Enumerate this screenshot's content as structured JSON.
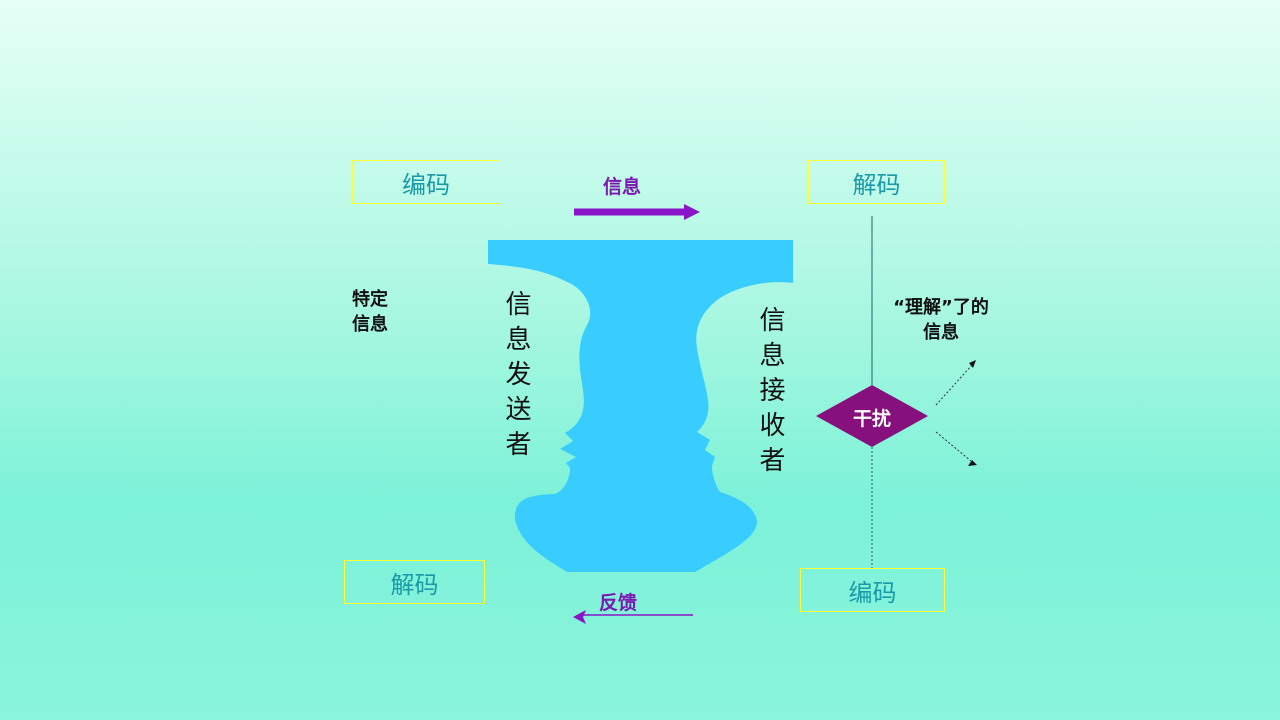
{
  "boxes": {
    "top_left": "编码",
    "top_right": "解码",
    "bottom_left": "解码",
    "bottom_right": "编码"
  },
  "arrows": {
    "message": "信息",
    "feedback": "反馈"
  },
  "figures": {
    "sender": "信息发送者",
    "receiver": "信息接收者"
  },
  "notes": {
    "specific_info": "特定信息",
    "understood_info": "“理解”了的信息"
  },
  "interference": "干扰",
  "colors": {
    "vase": "#38ccff",
    "arrow_purple": "#8a14c8",
    "diamond": "#86107c",
    "box_border": "#ffff33",
    "box_text": "#1a9aa8"
  }
}
